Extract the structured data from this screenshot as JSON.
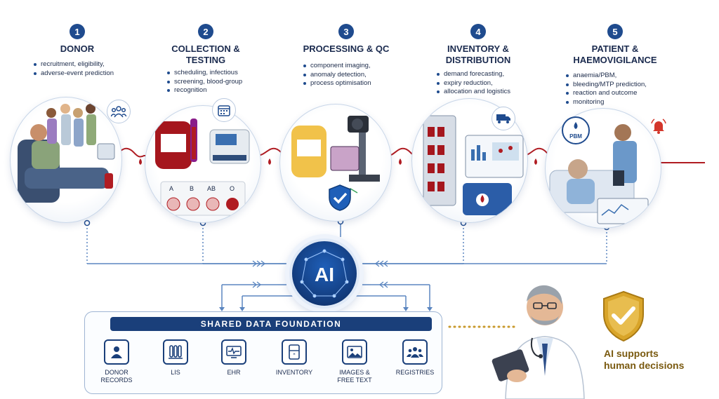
{
  "stages": [
    {
      "number": "1",
      "title": "DONOR",
      "bullets": [
        "recruitment, eligibility,",
        "adverse-event prediction"
      ]
    },
    {
      "number": "2",
      "title_line1": "COLLECTION &",
      "title_line2": "TESTING",
      "bullets": [
        "scheduling, infectious",
        "screening, blood-group",
        "recognition"
      ]
    },
    {
      "number": "3",
      "title": "PROCESSING & QC",
      "bullets": [
        "component imaging,",
        "anomaly detection,",
        "process optimisation"
      ]
    },
    {
      "number": "4",
      "title_line1": "INVENTORY &",
      "title_line2": "DISTRIBUTION",
      "bullets": [
        "demand forecasting,",
        "expiry reduction,",
        "allocation and logistics"
      ]
    },
    {
      "number": "5",
      "title_line1": "PATIENT &",
      "title_line2": "HAEMOVIGILANCE",
      "bullets": [
        "anaemia/PBM,",
        "bleeding/MTP prediction,",
        "reaction and outcome",
        "monitoring"
      ]
    }
  ],
  "blood_groups": [
    "A",
    "B",
    "AB",
    "O"
  ],
  "pbm_label": "PBM",
  "hub_label": "AI",
  "foundation": {
    "title": "SHARED DATA FOUNDATION",
    "sources": [
      {
        "label_line1": "DONOR",
        "label_line2": "RECORDS",
        "icon": "person-icon"
      },
      {
        "label_line1": "LIS",
        "label_line2": "",
        "icon": "test-tubes-icon"
      },
      {
        "label_line1": "EHR",
        "label_line2": "",
        "icon": "monitor-heartbeat-icon"
      },
      {
        "label_line1": "INVENTORY",
        "label_line2": "",
        "icon": "fridge-icon"
      },
      {
        "label_line1": "IMAGES &",
        "label_line2": "FREE TEXT",
        "icon": "image-icon"
      },
      {
        "label_line1": "REGISTRIES",
        "label_line2": "",
        "icon": "people-group-icon"
      }
    ]
  },
  "conclusion": {
    "line1": "AI supports",
    "line2": "human decisions"
  },
  "colors": {
    "navy": "#1a3f7a",
    "blood_red": "#b01c22",
    "gold": "#d9a52a",
    "line_blue": "#5b86c0"
  }
}
